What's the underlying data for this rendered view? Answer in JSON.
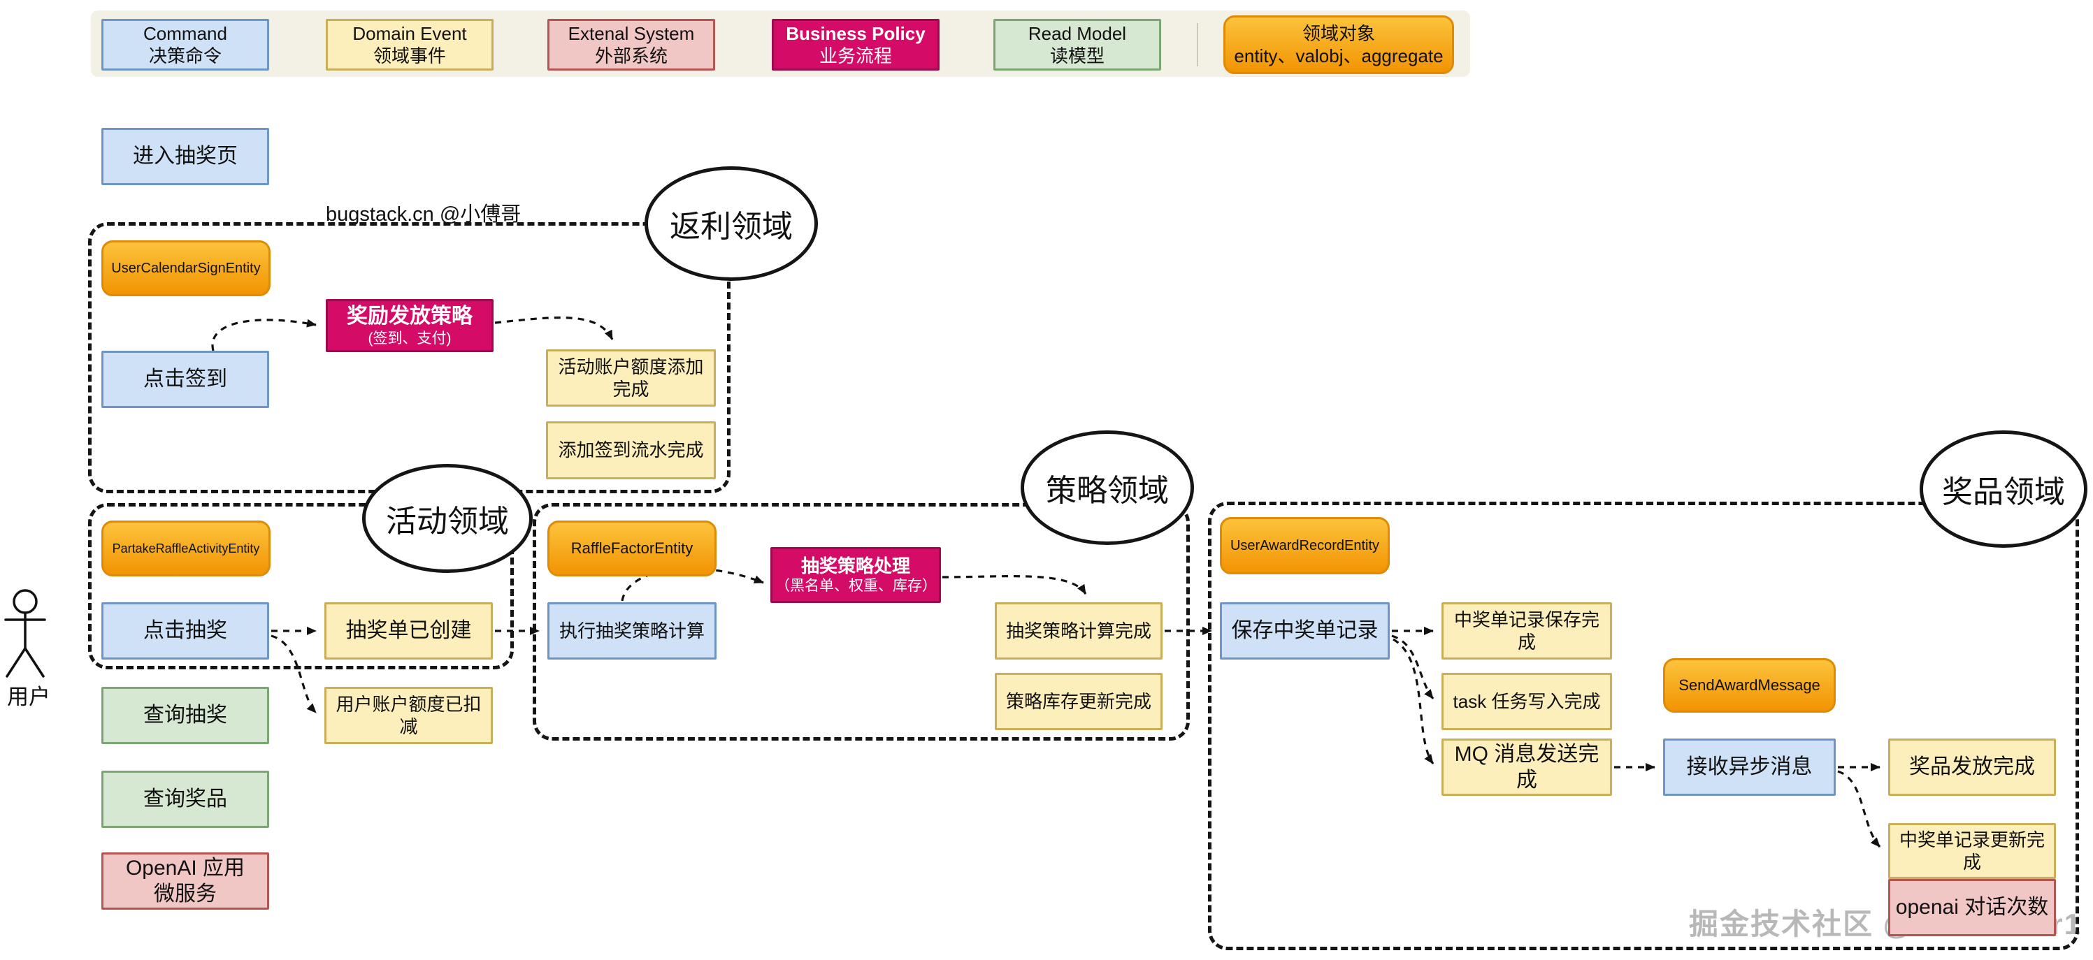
{
  "credit_note": "bugstack.cn @小傅哥",
  "watermark": "掘金技术社区 @ Gladiator1",
  "actor": {
    "label": "用户"
  },
  "colors": {
    "command_fill": "#cfe1f6",
    "command_border": "#6e96c3",
    "event_fill": "#fdefbb",
    "event_border": "#c9af57",
    "external_fill": "#f1c7c5",
    "external_border": "#b35553",
    "policy_fill": "#d40b67",
    "policy_border": "#9e0950",
    "policy_text": "#ffffff",
    "read_fill": "#d6e8d1",
    "read_border": "#7ca671",
    "entity_fill_top": "#fcc33c",
    "entity_fill_bottom": "#f29403",
    "entity_border": "#de8b05",
    "legend_bar_bg": "#f3f1e6",
    "arrow": "#111111",
    "container_border": "#151515"
  },
  "legend": {
    "items": [
      {
        "kind": "command",
        "lines": [
          "Command",
          "决策命令"
        ]
      },
      {
        "kind": "event",
        "lines": [
          "Domain Event",
          "领域事件"
        ]
      },
      {
        "kind": "external",
        "lines": [
          "Extenal System",
          "外部系统"
        ]
      },
      {
        "kind": "policy",
        "lines": [
          "Business Policy",
          "业务流程"
        ]
      },
      {
        "kind": "read",
        "lines": [
          "Read Model",
          "读模型"
        ]
      },
      {
        "kind": "entity",
        "lines": [
          "领域对象",
          "entity、valobj、aggregate"
        ]
      }
    ]
  },
  "domains": [
    {
      "id": "rebate",
      "label": "返利领域"
    },
    {
      "id": "activity",
      "label": "活动领域"
    },
    {
      "id": "strategy",
      "label": "策略领域"
    },
    {
      "id": "award",
      "label": "奖品领域"
    }
  ],
  "nodes": [
    {
      "id": "enter_raffle",
      "kind": "command",
      "domain": null,
      "lines": [
        "进入抽奖页"
      ]
    },
    {
      "id": "user_calendar_sign",
      "kind": "entity",
      "domain": "rebate",
      "lines": [
        "UserCalendarSignEntity"
      ]
    },
    {
      "id": "reward_policy",
      "kind": "policy",
      "domain": "rebate",
      "lines": [
        "奖励发放策略",
        "(签到、支付)"
      ]
    },
    {
      "id": "click_sign",
      "kind": "command",
      "domain": "rebate",
      "lines": [
        "点击签到"
      ]
    },
    {
      "id": "account_quota_added",
      "kind": "event",
      "domain": "rebate",
      "lines": [
        "活动账户额度添加完成"
      ]
    },
    {
      "id": "sign_flow_added",
      "kind": "event",
      "domain": "rebate",
      "lines": [
        "添加签到流水完成"
      ]
    },
    {
      "id": "partake_entity",
      "kind": "entity",
      "domain": "activity",
      "lines": [
        "PartakeRaffleActivityEntity"
      ]
    },
    {
      "id": "click_raffle",
      "kind": "command",
      "domain": "activity",
      "lines": [
        "点击抽奖"
      ]
    },
    {
      "id": "raffle_order_created",
      "kind": "event",
      "domain": "activity",
      "lines": [
        "抽奖单已创建"
      ]
    },
    {
      "id": "query_raffle",
      "kind": "read",
      "domain": null,
      "lines": [
        "查询抽奖"
      ]
    },
    {
      "id": "user_quota_deducted",
      "kind": "event",
      "domain": null,
      "lines": [
        "用户账户额度已扣减"
      ]
    },
    {
      "id": "query_award",
      "kind": "read",
      "domain": null,
      "lines": [
        "查询奖品"
      ]
    },
    {
      "id": "openai_app",
      "kind": "external",
      "domain": null,
      "lines": [
        "OpenAI 应用",
        "微服务"
      ]
    },
    {
      "id": "raffle_factor",
      "kind": "entity",
      "domain": "strategy",
      "lines": [
        "RaffleFactorEntity"
      ]
    },
    {
      "id": "raffle_strategy_process",
      "kind": "policy",
      "domain": "strategy",
      "lines": [
        "抽奖策略处理",
        "（黑名单、权重、库存）"
      ]
    },
    {
      "id": "exec_strategy_calc",
      "kind": "command",
      "domain": "strategy",
      "lines": [
        "执行抽奖策略计算"
      ]
    },
    {
      "id": "strategy_calc_done",
      "kind": "event",
      "domain": "strategy",
      "lines": [
        "抽奖策略计算完成"
      ]
    },
    {
      "id": "strategy_stock_updated",
      "kind": "event",
      "domain": "strategy",
      "lines": [
        "策略库存更新完成"
      ]
    },
    {
      "id": "user_award_record",
      "kind": "entity",
      "domain": "award",
      "lines": [
        "UserAwardRecordEntity"
      ]
    },
    {
      "id": "save_award_record",
      "kind": "command",
      "domain": "award",
      "lines": [
        "保存中奖单记录"
      ]
    },
    {
      "id": "award_record_saved",
      "kind": "event",
      "domain": "award",
      "lines": [
        "中奖单记录保存完成"
      ]
    },
    {
      "id": "task_written",
      "kind": "event",
      "domain": "award",
      "lines": [
        "task 任务写入完成"
      ]
    },
    {
      "id": "send_award_message",
      "kind": "entity",
      "domain": "award",
      "lines": [
        "SendAwardMessage"
      ]
    },
    {
      "id": "mq_sent",
      "kind": "event",
      "domain": "award",
      "lines": [
        "MQ 消息发送完成"
      ]
    },
    {
      "id": "recv_async_msg",
      "kind": "command",
      "domain": "award",
      "lines": [
        "接收异步消息"
      ]
    },
    {
      "id": "award_issued",
      "kind": "event",
      "domain": "award",
      "lines": [
        "奖品发放完成"
      ]
    },
    {
      "id": "award_record_updated",
      "kind": "event",
      "domain": "award",
      "lines": [
        "中奖单记录更新完成"
      ]
    },
    {
      "id": "openai_chat_count",
      "kind": "external",
      "domain": "award",
      "lines": [
        "openai 对话次数"
      ]
    }
  ],
  "arrows": [
    {
      "from": "click_sign",
      "to": "reward_policy"
    },
    {
      "from": "reward_policy",
      "to": "account_quota_added"
    },
    {
      "from": "click_raffle",
      "to": "raffle_order_created"
    },
    {
      "from": "click_raffle",
      "to": "user_quota_deducted"
    },
    {
      "from": "raffle_order_created",
      "to": "exec_strategy_calc"
    },
    {
      "from": "exec_strategy_calc",
      "to": "raffle_strategy_process"
    },
    {
      "from": "raffle_strategy_process",
      "to": "strategy_calc_done"
    },
    {
      "from": "strategy_calc_done",
      "to": "save_award_record"
    },
    {
      "from": "save_award_record",
      "to": "award_record_saved"
    },
    {
      "from": "save_award_record",
      "to": "task_written"
    },
    {
      "from": "save_award_record",
      "to": "mq_sent"
    },
    {
      "from": "mq_sent",
      "to": "recv_async_msg"
    },
    {
      "from": "recv_async_msg",
      "to": "award_issued"
    },
    {
      "from": "recv_async_msg",
      "to": "award_record_updated"
    }
  ]
}
